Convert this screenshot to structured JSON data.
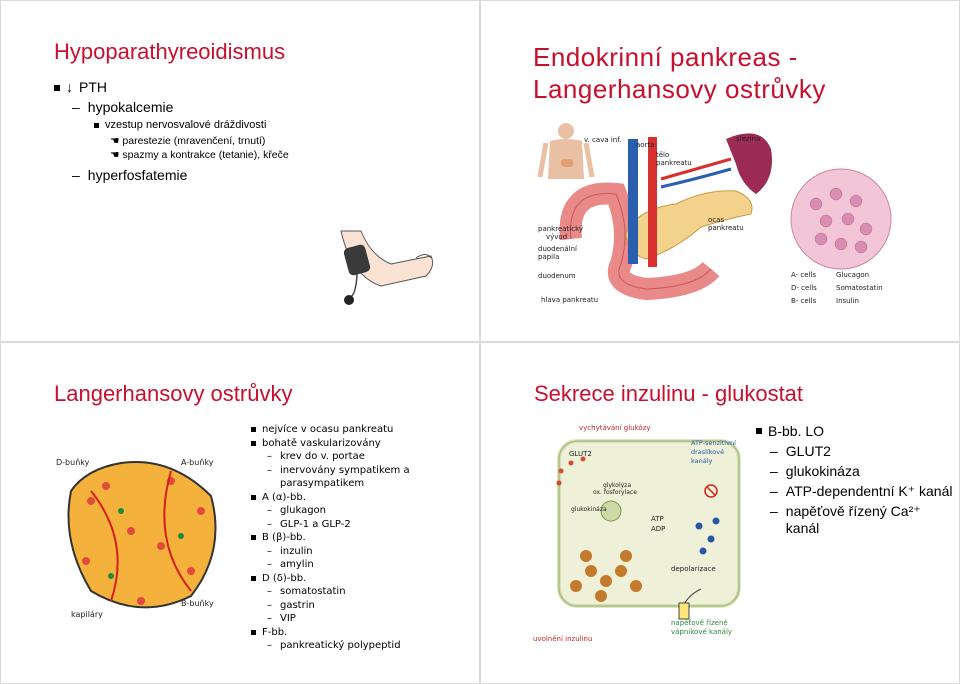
{
  "slide1": {
    "title": "Hypoparathyreoidismus",
    "items": [
      {
        "level": 0,
        "bullet": "square",
        "arrow": "↓",
        "text": "PTH"
      },
      {
        "level": 1,
        "bullet": "dash",
        "text": "hypokalcemie"
      },
      {
        "level": 2,
        "bullet": "square",
        "text": "vzestup nervosvalové dráždivosti"
      },
      {
        "level": 3,
        "bullet": "hand",
        "text": "parestezie (mravenčení, trnutí)"
      },
      {
        "level": 3,
        "bullet": "hand",
        "text": "spazmy a kontrakce (tetanie), křeče"
      },
      {
        "level": 1,
        "bullet": "dash",
        "text": "hyperfosfatemie"
      }
    ]
  },
  "slide2": {
    "title_line1": "Endokrinní pankreas -",
    "title_line2": "Langerhansovy ostrůvky",
    "labels": {
      "cava": "v. cava inf.",
      "aorta": "aorta",
      "telo": "tělo",
      "telo2": "pankreatu",
      "slezina": "slezina",
      "vyvod1": "pankreatický",
      "vyvod2": "vývod",
      "papila1": "duodenální",
      "papila2": "papila",
      "duodenum": "duodenum",
      "hlava": "hlava pankreatu",
      "ocas1": "ocas",
      "ocas2": "pankreatu"
    },
    "legend": [
      {
        "cell": "A- cells",
        "hormone": "Glucagon"
      },
      {
        "cell": "D- cells",
        "hormone": "Somatostatin"
      },
      {
        "cell": "B- cells",
        "hormone": "Insulin"
      }
    ]
  },
  "slide3": {
    "title": "Langerhansovy ostrůvky",
    "figure_labels": {
      "d": "D-buňky",
      "a": "A-buňky",
      "kap": "kapiláry",
      "b": "B-buňky"
    },
    "items": [
      {
        "level": 0,
        "text": "nejvíce v ocasu pankreatu"
      },
      {
        "level": 0,
        "text": "bohatě vaskularizovány"
      },
      {
        "level": 1,
        "text": "krev do v. portae"
      },
      {
        "level": 1,
        "text": "inervovány sympatikem a parasympatikem"
      },
      {
        "level": 0,
        "text": "A (α)-bb."
      },
      {
        "level": 1,
        "text": "glukagon"
      },
      {
        "level": 1,
        "text": "GLP-1 a GLP-2"
      },
      {
        "level": 0,
        "text": "B (β)-bb."
      },
      {
        "level": 1,
        "text": "inzulin"
      },
      {
        "level": 1,
        "text": "amylin"
      },
      {
        "level": 0,
        "text": "D (δ)-bb."
      },
      {
        "level": 1,
        "text": "somatostatin"
      },
      {
        "level": 1,
        "text": "gastrin"
      },
      {
        "level": 1,
        "text": "VIP"
      },
      {
        "level": 0,
        "text": "F-bb."
      },
      {
        "level": 1,
        "text": "pankreatický polypeptid"
      }
    ]
  },
  "slide4": {
    "title": "Sekrece inzulinu - glukostat",
    "figure_labels": {
      "top": "vychytávání glukózy",
      "glut2": "GLUT2",
      "glyk1": "glykolýza",
      "glyk2": "ox. fosforylace",
      "glukokinaza": "glukokináza",
      "atp": "ATP",
      "adp": "ADP",
      "katp1": "ATP-senzitivní",
      "katp2": "draslíkové",
      "katp3": "kanály",
      "depol": "depolarizace",
      "ca1": "napěťově řízené",
      "ca2": "vápníkové kanály",
      "release": "uvolnění inzulinu"
    },
    "items": [
      {
        "level": 0,
        "text": "B-bb. LO"
      },
      {
        "level": 1,
        "text": "GLUT2"
      },
      {
        "level": 1,
        "text": "glukokináza"
      },
      {
        "level": 1,
        "text": "ATP-dependentní K⁺ kanál"
      },
      {
        "level": 1,
        "text": "napěťově řízený Ca²⁺ kanál"
      }
    ]
  }
}
